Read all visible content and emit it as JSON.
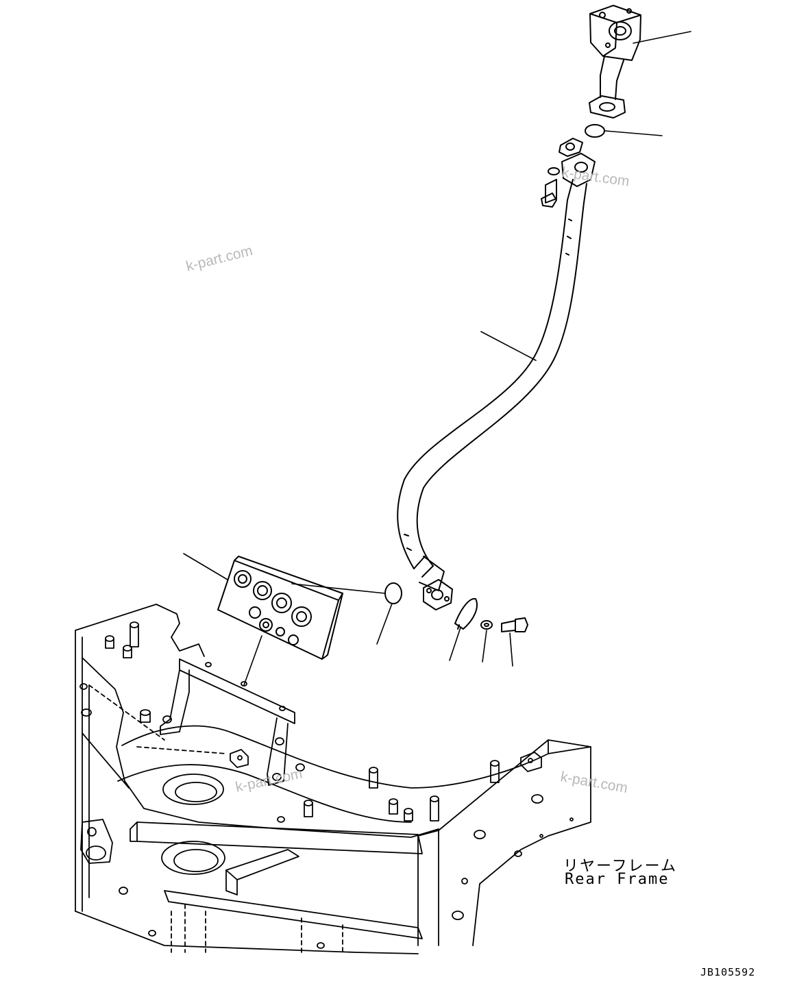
{
  "labels": {
    "frame_name_jp": "リヤーフレーム",
    "frame_name_en": "Rear Frame",
    "drawing_code": "JB105592"
  },
  "watermarks": [
    "k-part.com",
    "k-part.com",
    "k-part.com",
    "k-part.com"
  ],
  "colors": {
    "line": "#000000",
    "watermark": "#b9b9b9",
    "background": "#ffffff"
  }
}
